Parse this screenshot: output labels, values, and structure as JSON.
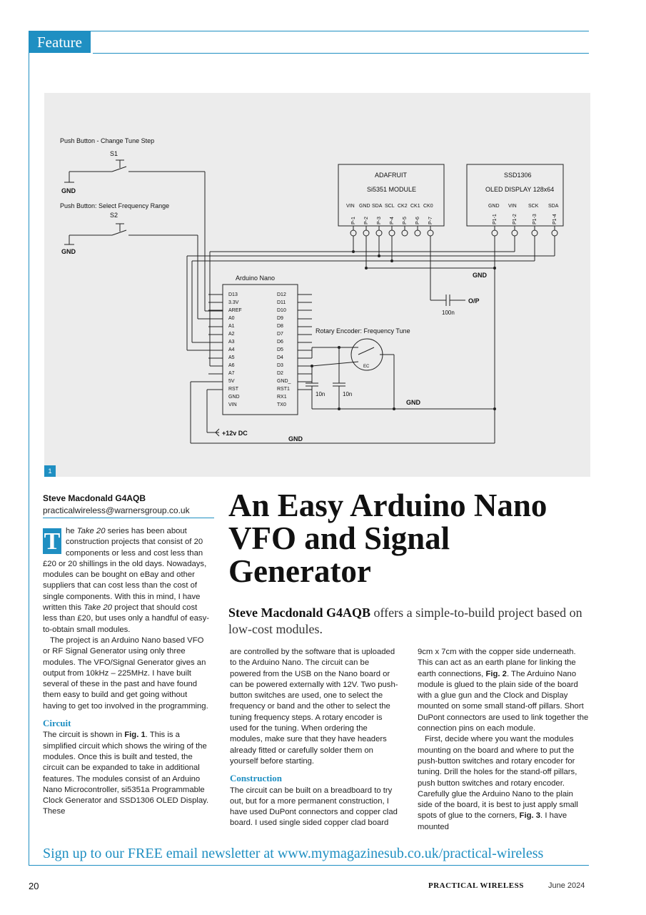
{
  "section": {
    "label": "Feature"
  },
  "figure": {
    "number": "1",
    "labels": {
      "s1_caption": "Push Button - Change Tune Step",
      "s1": "S1",
      "s2_caption": "Push Button:  Select Frequency Range",
      "s2": "S2",
      "gnd": "GND",
      "si5351_title": "ADAFRUIT",
      "si5351_sub": "Si5351 MODULE",
      "si5351_pins": [
        "VIN",
        "GND",
        "SDA",
        "SCL",
        "CK2",
        "CK1",
        "CK0"
      ],
      "si5351_pnums": [
        "P-1",
        "P-2",
        "P-3",
        "P-4",
        "P-5",
        "P-6",
        "P-7"
      ],
      "oled_title": "SSD1306",
      "oled_sub": "OLED DISPLAY 128x64",
      "oled_pins": [
        "GND",
        "VIN",
        "SCK",
        "SDA"
      ],
      "oled_pnums": [
        "P1-1",
        "P1-2",
        "P1-3",
        "P1-4"
      ],
      "nano_title": "Arduino Nano",
      "nano_left": [
        "D13",
        "3.3V",
        "AREF",
        "A0",
        "A1",
        "A2",
        "A3",
        "A4",
        "A5",
        "A6",
        "A7",
        "5V",
        "RST",
        "GND",
        "VIN"
      ],
      "nano_right": [
        "D12",
        "D11",
        "D10",
        "D9",
        "D8",
        "D7",
        "D6",
        "D5",
        "D4",
        "D3",
        "D2",
        "GND_",
        "RST1",
        "RX1",
        "TX0"
      ],
      "encoder": "Rotary Encoder: Frequency Tune",
      "encoder_tag": "EC",
      "cap1": "10n",
      "cap2": "10n",
      "cap_out": "100n",
      "output": "O/P",
      "dc_in": "+12v DC"
    }
  },
  "author": {
    "name": "Steve Macdonald G4AQB",
    "email": "practicalwireless@warnersgroup.co.uk"
  },
  "headline": "An Easy Arduino Nano VFO and Signal Generator",
  "standfirst": {
    "author": "Steve Macdonald G4AQB",
    "text": " offers a simple-to-build project based on low-cost modules."
  },
  "body": {
    "col1": {
      "dropcap": "T",
      "p1_a": "he ",
      "p1_em1": "Take 20",
      "p1_b": " series has been about construction projects that consist of 20 components or less and cost less than £20 or 20 shillings in the old days. Nowadays, modules can be bought on eBay and other suppliers that can cost less than the cost of single components. With this in mind, I have written this ",
      "p1_em2": "Take 20",
      "p1_c": " project that should cost less than £20, but uses only a handful of easy-to-obtain small modules.",
      "p2": "The project is an Arduino Nano based VFO or RF Signal Generator using only three modules. The VFO/Signal Generator gives an output from 10kHz – 225MHz. I have built several of these in the past and have found them easy to build and get going without having to get too involved in the programming.",
      "h_circuit": "Circuit",
      "p3_a": "The circuit is shown in ",
      "p3_fig": "Fig. 1",
      "p3_b": ". This is a simplified circuit which shows the wiring of the modules. Once this is built and tested, the circuit can be expanded to take in additional features. The modules consist of an Arduino Nano Microcontroller, si5351a Programmable Clock Generator and SSD1306 OLED Display. These"
    },
    "col2": {
      "p1": "are controlled by the software that is uploaded to the Arduino Nano. The circuit can be powered from the USB on the Nano board or can be powered externally with 12V. Two push-button switches are used, one to select the frequency or band and the other to select the tuning frequency steps. A rotary encoder is used for the tuning. When ordering the modules, make sure that they have headers already fitted or carefully solder them on yourself before starting.",
      "h_construction": "Construction",
      "p2": "The circuit can be built on a breadboard to try out, but for a more permanent construction, I have used DuPont connectors and copper clad board. I used single sided copper clad board"
    },
    "col3": {
      "p1_a": "9cm x 7cm with the copper side underneath. This can act as an earth plane for linking the earth connections, ",
      "p1_fig": "Fig. 2",
      "p1_b": ". The Arduino Nano module is glued to the plain side of the board with a glue gun and the Clock and Display mounted on some small stand-off pillars. Short DuPont connectors are used to link together the connection pins on each module.",
      "p2_a": "First, decide where you want the modules mounting on the board and where to put the push-button switches and rotary encoder for tuning. Drill the holes for the stand-off pillars, push button switches and rotary encoder. Carefully glue the Arduino Nano to the plain side of the board, it is best to just apply small spots of glue to the corners, ",
      "p2_fig": "Fig. 3",
      "p2_b": ". I have mounted"
    }
  },
  "footer": {
    "newsletter": "Sign up to our FREE email newsletter at www.mymagazinesub.co.uk/practical-wireless",
    "page": "20",
    "magazine": "PRACTICAL WIRELESS",
    "issue": "June 2024"
  }
}
